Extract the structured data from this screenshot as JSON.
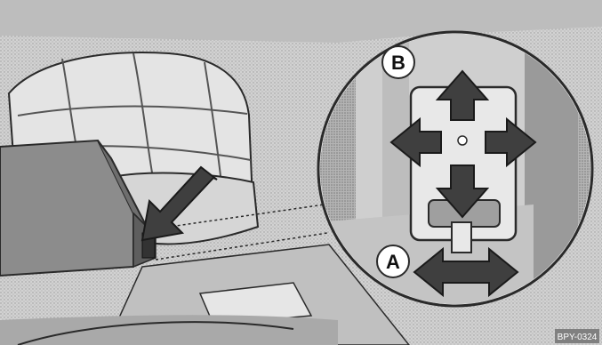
{
  "figure": {
    "callouts": {
      "a": "A",
      "b": "B"
    },
    "image_code": "BPY-0324"
  },
  "colors": {
    "background": "#c9c9c9",
    "line": "#2a2a2a",
    "arrow_fill": "#3f3f3f",
    "code_box": "#808080"
  }
}
